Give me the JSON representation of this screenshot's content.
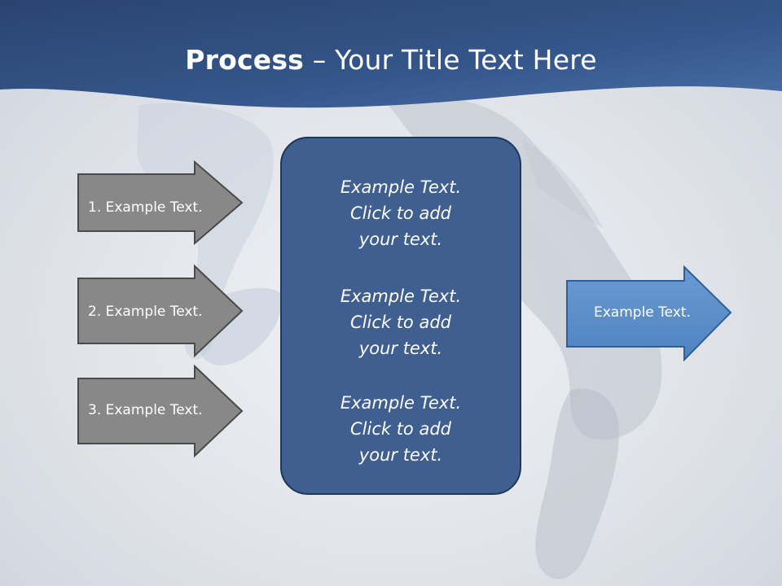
{
  "slide": {
    "title_bold": "Process",
    "title_rest": " – Your Title Text Here"
  },
  "input_arrows": [
    {
      "label": "1. Example Text."
    },
    {
      "label": "2. Example Text."
    },
    {
      "label": "3. Example Text."
    }
  ],
  "center_box": {
    "items": [
      {
        "line1": "Example Text.",
        "line2": "Click  to add",
        "line3": "your text."
      },
      {
        "line1": "Example Text.",
        "line2": "Click  to add",
        "line3": "your text."
      },
      {
        "line1": "Example Text.",
        "line2": "Click  to add",
        "line3": "your text."
      }
    ]
  },
  "output_arrow": {
    "label": "Example Text."
  },
  "colors": {
    "header_dark": "#2d4a76",
    "header_light": "#4367a0",
    "gray_arrow_fill": "#888888",
    "gray_arrow_stroke": "#4a4a4a",
    "center_fill": "#3e5f8f",
    "center_stroke": "#1e3658",
    "output_fill": "#5b8ec8",
    "output_stroke": "#2f5f99"
  }
}
